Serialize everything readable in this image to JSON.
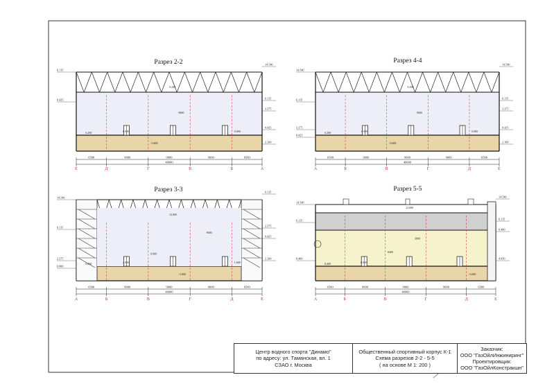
{
  "sections": [
    {
      "title": "Разрез 2-2",
      "elevations_left": [
        "6.115",
        "0.425"
      ],
      "elevations_right": [
        "14.540",
        "6.115",
        "3.375",
        "0.425",
        "2.100"
      ],
      "inner_labels": [
        "9.200",
        "6.290",
        "0.000",
        "0.000",
        "-3.800",
        "9000"
      ],
      "dims": [
        "6500",
        "9000",
        "9000",
        "9000",
        "6500"
      ],
      "total": "40000",
      "axes": [
        "Е",
        "Д",
        "Г",
        "В",
        "Б",
        "А"
      ]
    },
    {
      "title": "Разрез 4-4",
      "elevations_left": [
        "14.540",
        "6.115",
        "3.375",
        "0.425"
      ],
      "elevations_right": [
        "14.540",
        "6.115",
        "3.375",
        "0.425",
        "2.100"
      ],
      "inner_labels": [
        "9.200",
        "6.290",
        "0.000",
        "0.000",
        "-3.800",
        "9000"
      ],
      "dims": [
        "6500",
        "9000",
        "9000",
        "9000",
        "6500"
      ],
      "total": "40000",
      "axes": [
        "А",
        "Б",
        "В",
        "Г",
        "Д",
        "Е"
      ]
    },
    {
      "title": "Разрез 3-3",
      "elevations_left": [
        "14.540",
        "6.115",
        "2.375",
        "0.000"
      ],
      "elevations_right": [
        "6.115",
        "2.375",
        "0.425",
        "2.100"
      ],
      "inner_labels": [
        "12.800",
        "6.400",
        "4.800",
        "1.600",
        "0.000",
        "-3.800",
        "9000"
      ],
      "dims": [
        "6500",
        "9000",
        "9000",
        "9000",
        "6500"
      ],
      "total": "40000",
      "axes": [
        "А",
        "Б",
        "В",
        "Г",
        "Д",
        "Е"
      ]
    },
    {
      "title": "Разрез 5-5",
      "elevations_left": [
        "14.540",
        "6.115",
        "0.400"
      ],
      "elevations_right": [
        "14.540",
        "6.115",
        "0.400",
        "4.950"
      ],
      "inner_labels": [
        "12.000",
        "8.400",
        "0.000",
        "-3.800",
        "8400",
        "3800"
      ],
      "dims": [
        "6500",
        "9000",
        "9000",
        "9000",
        "6500"
      ],
      "total": "40000",
      "axes": [
        "А",
        "Б",
        "В",
        "Г",
        "Д",
        "Е"
      ]
    }
  ],
  "title_block": {
    "address": [
      "Центр водного спорта \"Динамо\"",
      "по адресу: ул. Таманская, вл. 1",
      "СЗАО г. Москва"
    ],
    "project": [
      "Общественный спортивный корпус К-1",
      "Схема разрезов 2-2 - 5-5",
      "( на основе М 1: 200 )"
    ],
    "org": [
      "Заказчик:",
      "ООО \"ГазОйлИнжиниринг\"",
      "Проектировщик:",
      "ООО \"ГазОйлКонстракшн\""
    ]
  },
  "colors": {
    "basement": "#e8d5a8",
    "hall": "#eeeef8",
    "hall_55": "#f6f2cc",
    "upper_55": "#d0d0d0",
    "axis": "#cc2222",
    "line": "#222222"
  }
}
